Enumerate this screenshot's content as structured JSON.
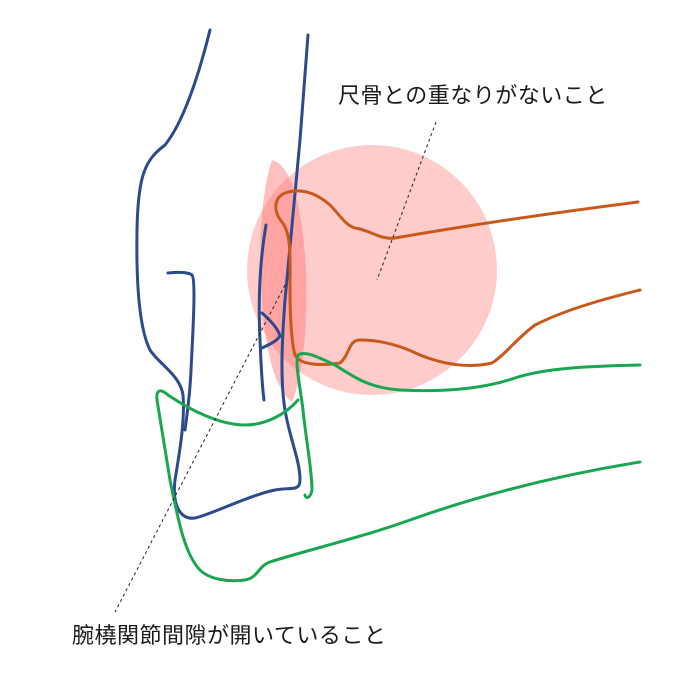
{
  "labels": {
    "ulna_overlap": "尺骨との重なりがないこと",
    "joint_space": "腕橈関節間隙が開いていること"
  },
  "colors": {
    "background": "#ffffff",
    "humerus_outline": "#2d4a8c",
    "radius_outline": "#c8591b",
    "ulna_outline": "#1aa650",
    "highlight_fill": "#ff9a9a",
    "highlight_strong": "#ff7070",
    "leader_line": "#222222",
    "text": "#1a1a1a"
  },
  "icons": {
    "highlight_shape": "circle"
  }
}
